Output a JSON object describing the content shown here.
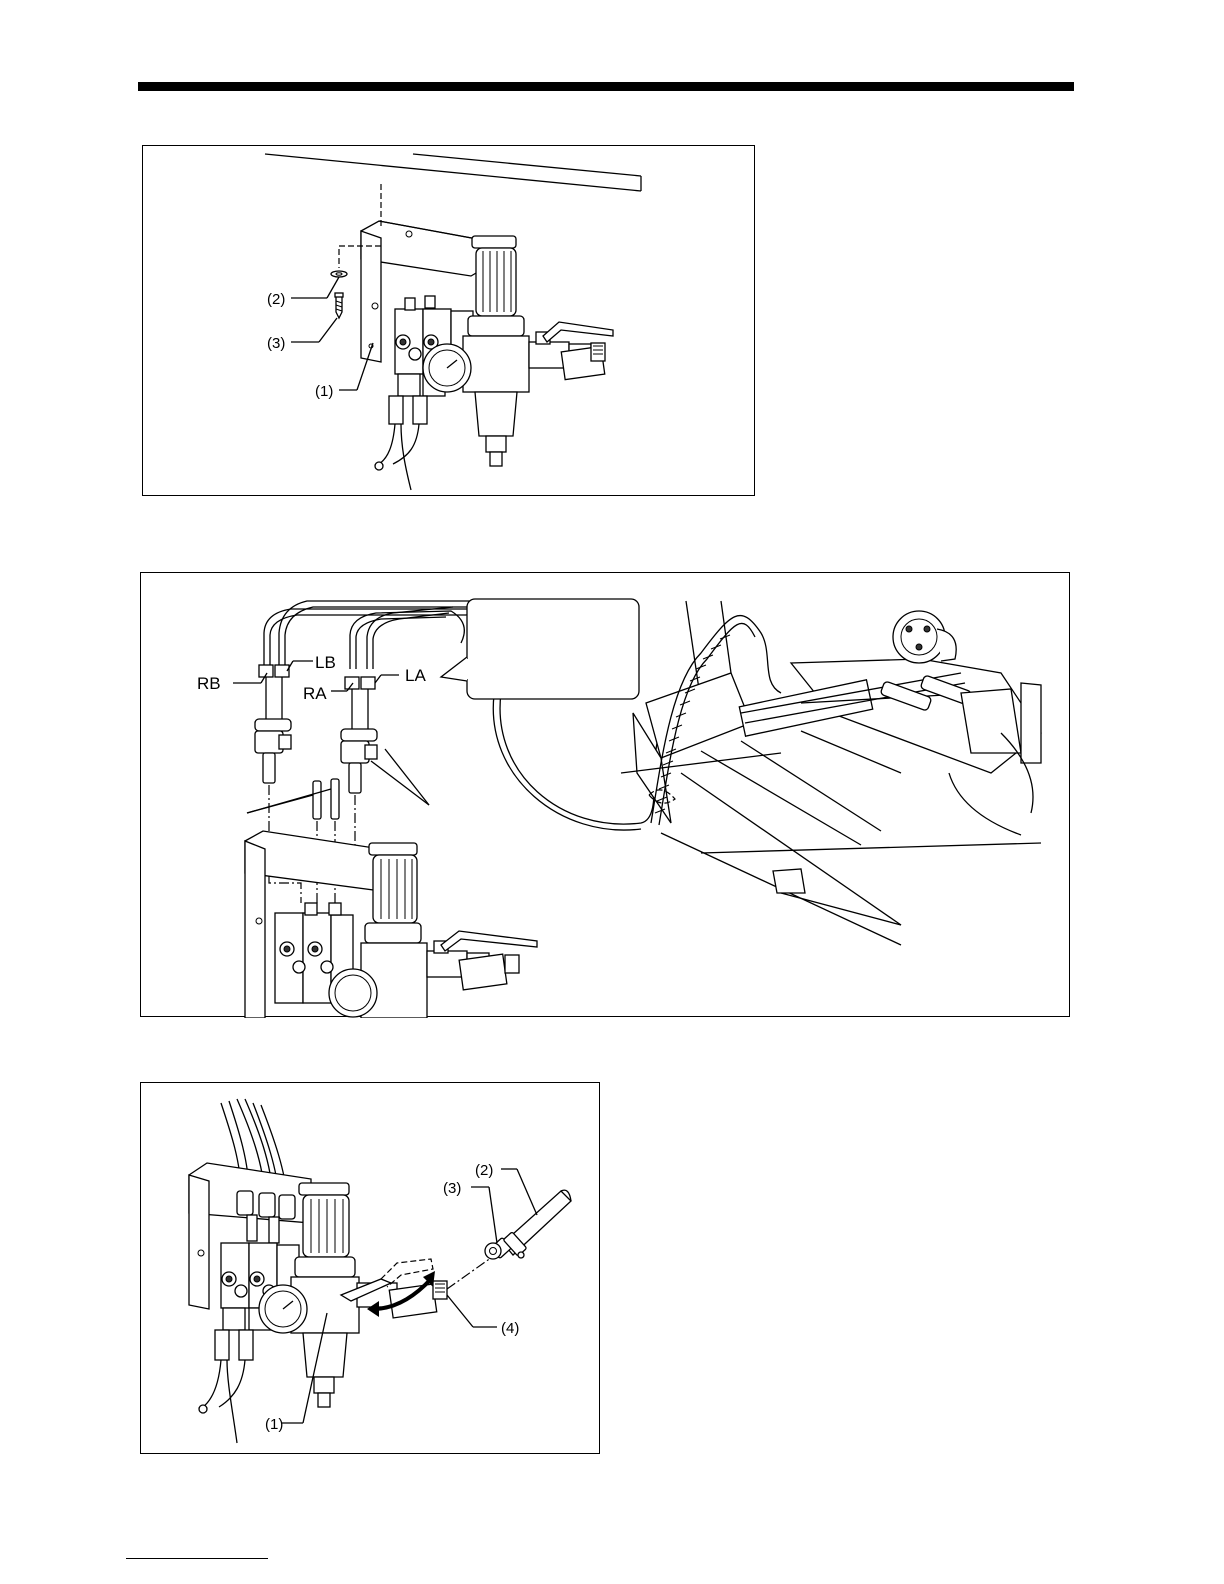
{
  "figure1": {
    "callouts": {
      "c1": "(1)",
      "c2": "(2)",
      "c3": "(3)"
    }
  },
  "figure2": {
    "callouts": {
      "rb": "RB",
      "lb": "LB",
      "ra": "RA",
      "la": "LA"
    },
    "note_box_text": ""
  },
  "figure3": {
    "callouts": {
      "c1": "(1)",
      "c2": "(2)",
      "c3": "(3)",
      "c4": "(4)"
    }
  }
}
